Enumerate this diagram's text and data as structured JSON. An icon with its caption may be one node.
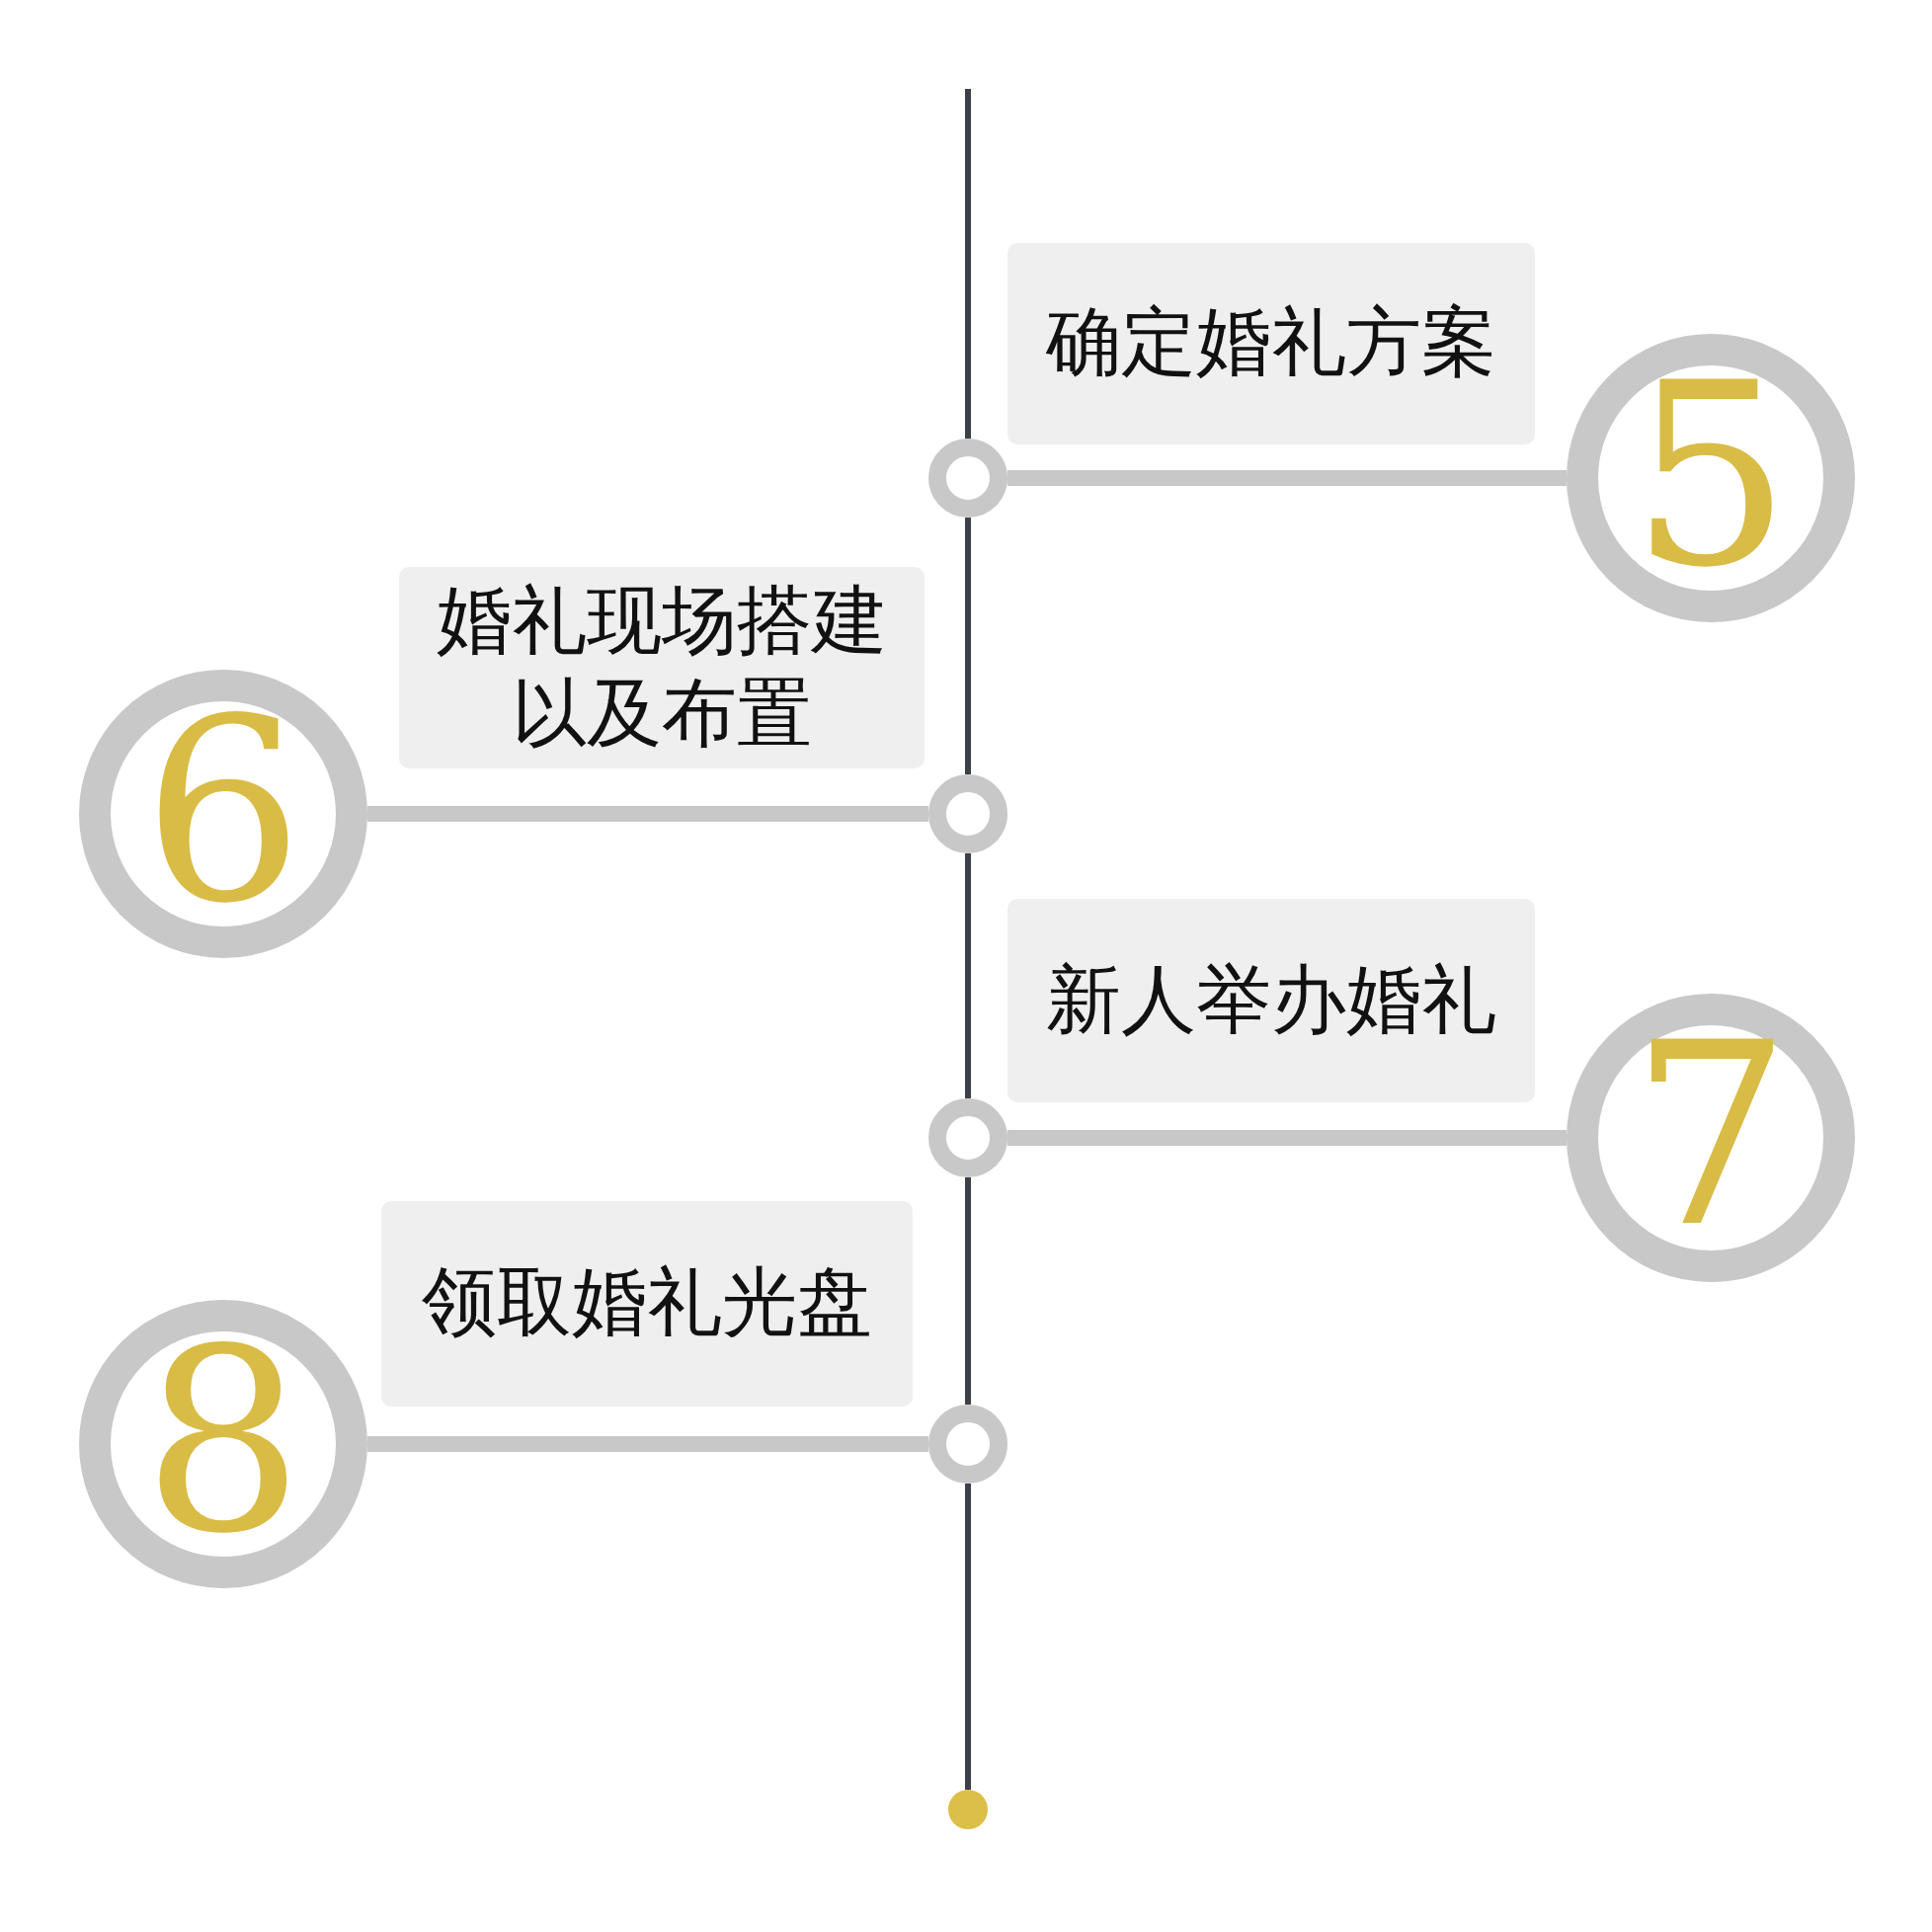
{
  "diagram": {
    "nodes": [
      {
        "text": [
          "确定婚礼方案"
        ]
      },
      {
        "text": [
          "5"
        ]
      },
      {
        "text": [],
        "shape": "circle"
      },
      {
        "text": [
          "婚礼现场搭建以及布置"
        ]
      },
      {
        "text": [
          "6"
        ]
      },
      {
        "text": [],
        "shape": "circle"
      },
      {
        "text": [
          "新人举办婚礼"
        ]
      },
      {
        "text": [
          "7"
        ]
      },
      {
        "text": [],
        "shape": "circle"
      },
      {
        "text": [
          "领取婚礼光盘"
        ]
      },
      {
        "text": [
          "8"
        ]
      },
      {
        "text": [],
        "shape": "circle"
      },
      {
        "text": [],
        "shape": "circle"
      }
    ],
    "edges": [
      {
        "from": null,
        "to": 2,
        "arrow": "none"
      },
      {
        "from": 1,
        "to": 2,
        "arrow": "none",
        "style": "thick",
        "color": "#c8c8c8"
      },
      {
        "from": 2,
        "to": 5,
        "arrow": "none"
      },
      {
        "from": 4,
        "to": 5,
        "arrow": "none",
        "style": "thick",
        "color": "#c8c8c8"
      },
      {
        "from": 5,
        "to": 8,
        "arrow": "none"
      },
      {
        "from": 7,
        "to": 8,
        "arrow": "none",
        "style": "thick",
        "color": "#c8c8c8"
      },
      {
        "from": 8,
        "to": 11,
        "arrow": "none"
      },
      {
        "from": 10,
        "to": 11,
        "arrow": "none",
        "style": "thick",
        "color": "#c8c8c8"
      },
      {
        "from": 11,
        "to": 12,
        "arrow": "none"
      }
    ]
  }
}
